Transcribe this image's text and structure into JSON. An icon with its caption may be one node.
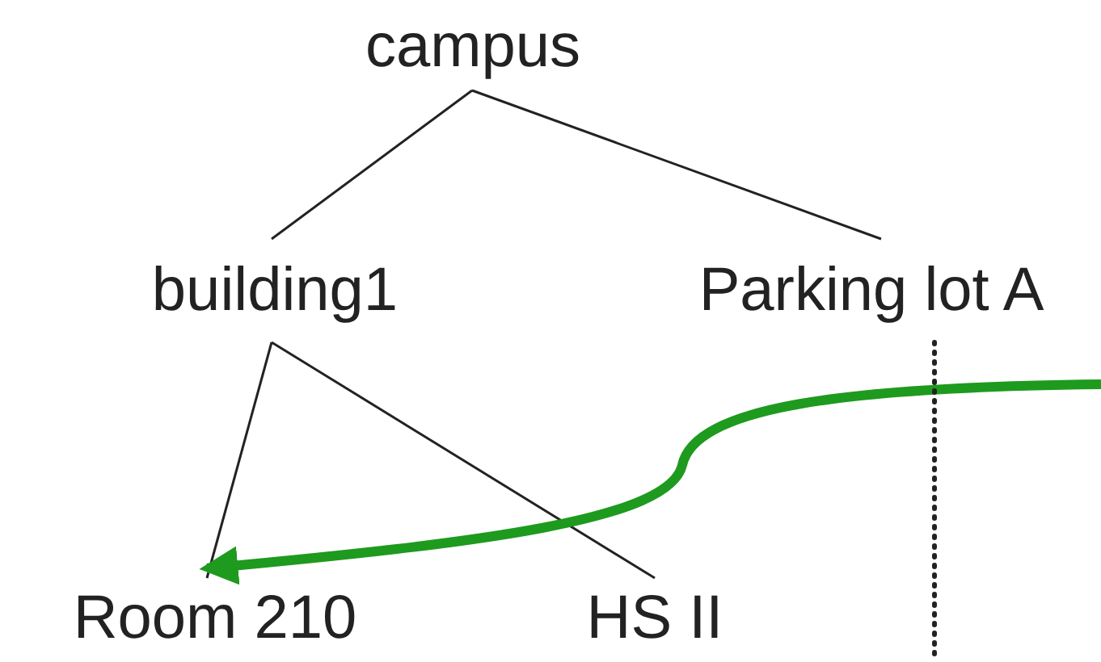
{
  "diagram": {
    "nodes": [
      {
        "text": [
          "campus"
        ]
      },
      {
        "text": [
          "building1"
        ]
      },
      {
        "text": [
          "Parking lot A"
        ]
      },
      {
        "text": [
          "Room 210"
        ]
      },
      {
        "text": [
          "HS II"
        ]
      }
    ],
    "edges": [
      {
        "from": 0,
        "to": 1,
        "arrow": "none"
      },
      {
        "from": 0,
        "to": 2,
        "arrow": "none"
      },
      {
        "from": 1,
        "to": 3,
        "arrow": "none"
      },
      {
        "from": 1,
        "to": 4,
        "arrow": "none"
      },
      {
        "from": null,
        "to": 3,
        "arrow": "to",
        "style": "thick",
        "color": "#1e9a1e"
      },
      {
        "from": 2,
        "to": null,
        "arrow": "none",
        "style": "dashed"
      }
    ]
  }
}
